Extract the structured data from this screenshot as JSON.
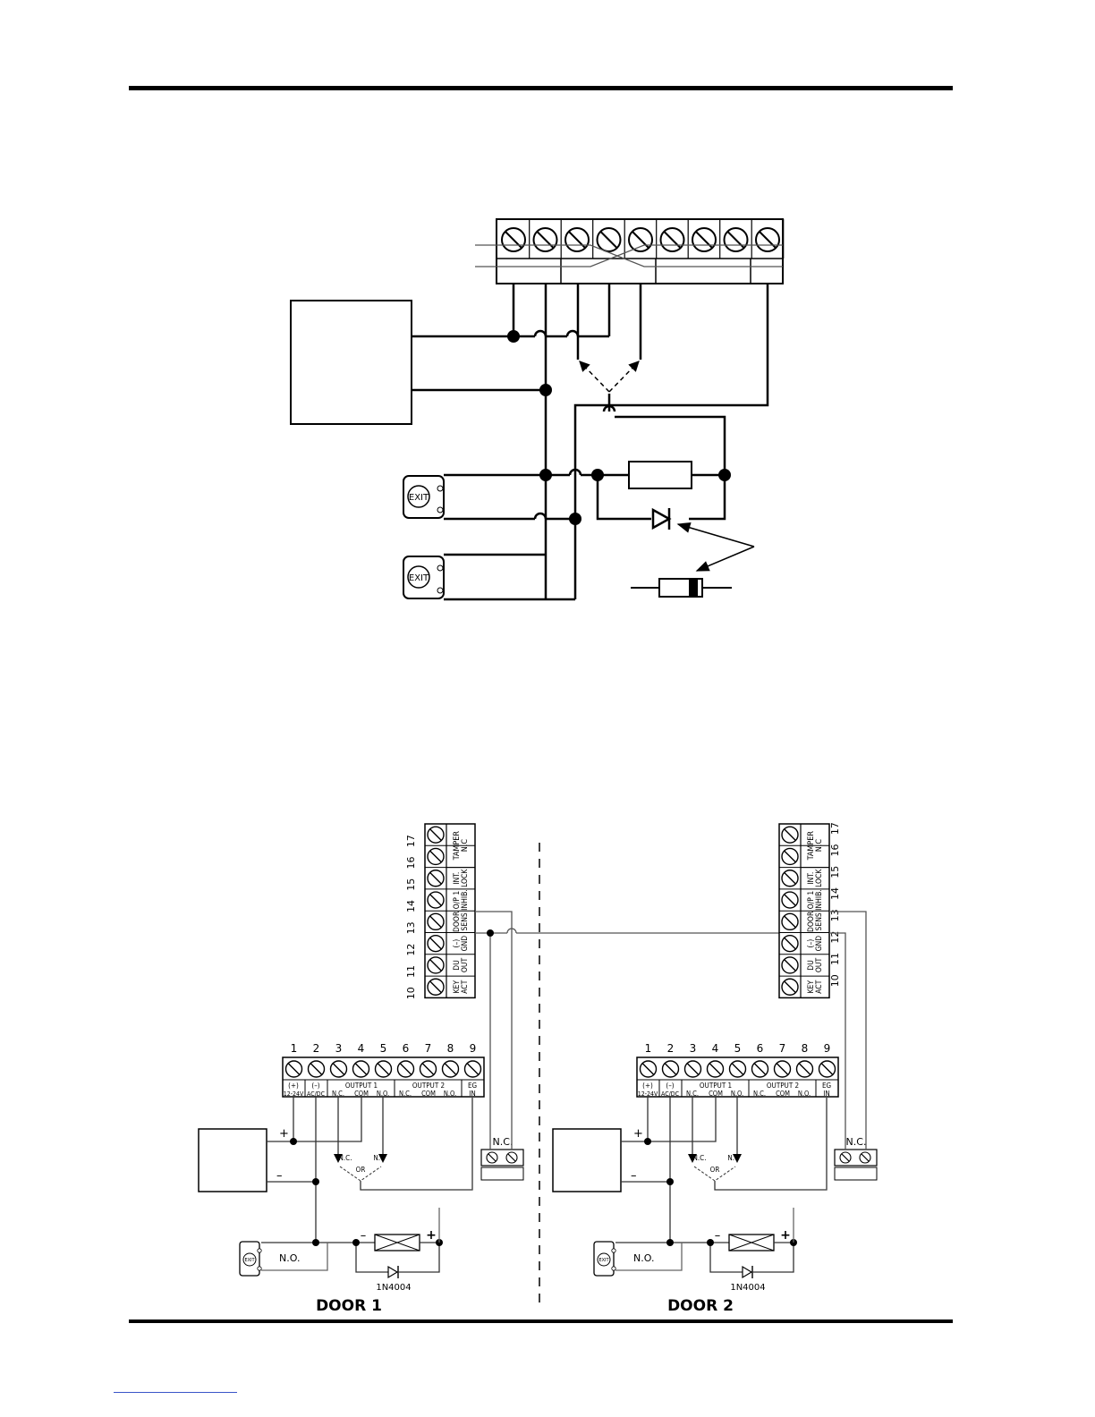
{
  "exit_label": "EXIT",
  "door1": "DOOR 1",
  "door2": "DOOR 2",
  "diode": "1N4004",
  "nc": "N.C.",
  "no": "N.O",
  "no_full": "N.O.",
  "or": "OR",
  "plus": "+",
  "minus": "–",
  "bottom_terms": {
    "numbers": [
      "1",
      "2",
      "3",
      "4",
      "5",
      "6",
      "7",
      "8",
      "9"
    ],
    "label_plus": "(+)",
    "label_minus": "(–)",
    "v1": "12-24V",
    "v2": "AC/DC",
    "out1": "OUTPUT 1",
    "out2": "OUTPUT 2",
    "nc": "N.C.",
    "com": "COM",
    "no": "N.O.",
    "eg": "EG",
    "in": "IN"
  },
  "side_terms": {
    "numbers": [
      "17",
      "16",
      "15",
      "14",
      "13",
      "12",
      "11",
      "10"
    ],
    "tamper1": "TAMPER",
    "tamper2": "N.C",
    "int1": "INT.",
    "int2": "LOCK",
    "op1": "O/P 1",
    "op2": "INHIB.",
    "door1": "DOOR",
    "door2": "SENS",
    "gnd1": "(–)",
    "gnd2": "GND",
    "du1": "DU",
    "du2": "OUT",
    "key1": "KEY",
    "key2": "ACT"
  }
}
